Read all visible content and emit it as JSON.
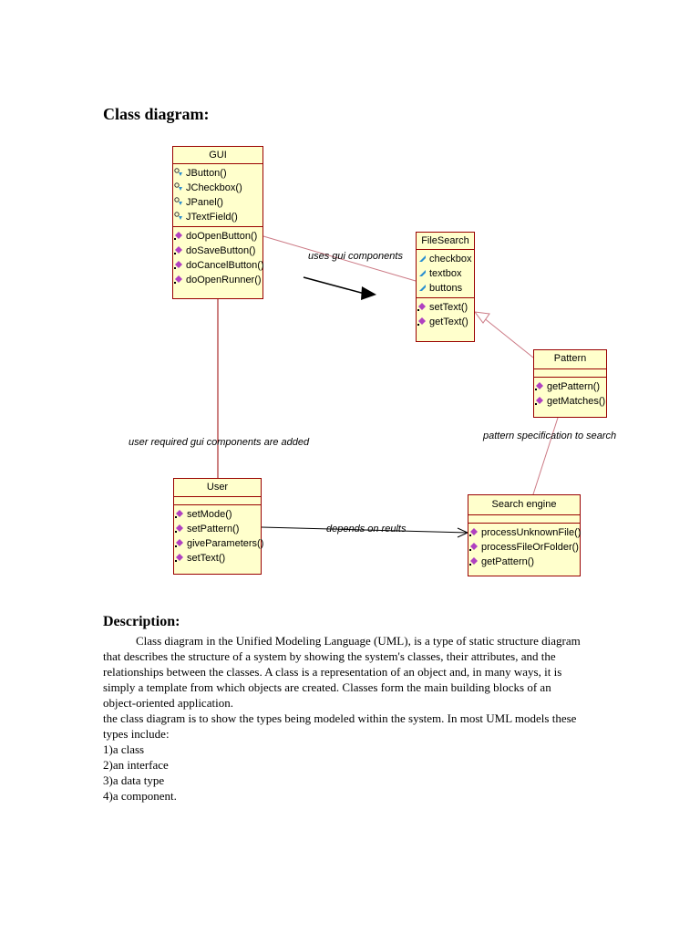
{
  "title": "Class diagram:",
  "classes": {
    "gui": {
      "name": "GUI",
      "attributes": [
        "JButton()",
        "JCheckbox()",
        "JPanel()",
        "JTextField()"
      ],
      "operations": [
        "doOpenButton()",
        "doSaveButton()",
        "doCancelButton()",
        "doOpenRunner()"
      ]
    },
    "filesearch": {
      "name": "FileSearch",
      "attributes": [
        "checkbox",
        "textbox",
        "buttons"
      ],
      "operations": [
        "setText()",
        "getText()"
      ]
    },
    "pattern": {
      "name": "Pattern",
      "operations": [
        "getPattern()",
        "getMatches()"
      ]
    },
    "user": {
      "name": "User",
      "operations": [
        "setMode()",
        "setPattern()",
        "giveParameters()",
        "setText()"
      ]
    },
    "search_engine": {
      "name": "Search engine",
      "operations": [
        "processUnknownFile()",
        "processFileOrFolder()",
        "getPattern()"
      ]
    }
  },
  "edge_labels": {
    "gui_filesearch": "uses gui components",
    "gui_user": "user required gui components are added",
    "pattern_search": "pattern specification to search",
    "user_search": "depends on reults"
  },
  "description": {
    "heading": "Description:",
    "paragraph": "Class diagram in the Unified Modeling Language (UML), is a type of static structure diagram that describes the structure of a system by showing the system's classes, their attributes, and the relationships between the classes. A class is a representation of an object and, in many ways, it is simply a template from which objects are created. Classes form the main building blocks of an object-oriented application.",
    "line2": "the class diagram is to show the types being modeled within the system. In most UML models these types include:",
    "items": [
      "1)a class",
      "2)an interface",
      "3)a data type",
      "4)a component."
    ]
  },
  "colors": {
    "class_fill": "#ffffcc",
    "class_border": "#990000",
    "line": "#cc6677"
  }
}
